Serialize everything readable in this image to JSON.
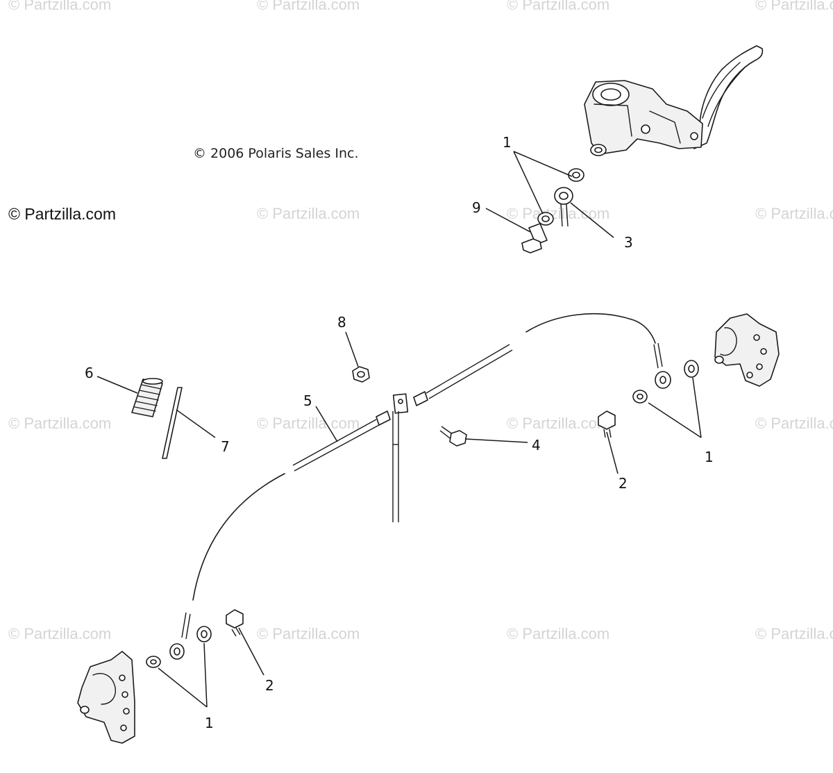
{
  "watermarks": {
    "text": "© Partzilla.com",
    "brand": "© Partzilla.com"
  },
  "copyright": "© 2006 Polaris Sales Inc.",
  "callouts": {
    "c1_top": "1",
    "c9": "9",
    "c3": "3",
    "c8": "8",
    "c6": "6",
    "c7": "7",
    "c5": "5",
    "c4": "4",
    "c2_right": "2",
    "c1_right": "1",
    "c2_left": "2",
    "c1_left": "1"
  },
  "colors": {
    "watermark": "#d4d4d4",
    "ink": "#1a1a1a",
    "background": "#ffffff"
  }
}
